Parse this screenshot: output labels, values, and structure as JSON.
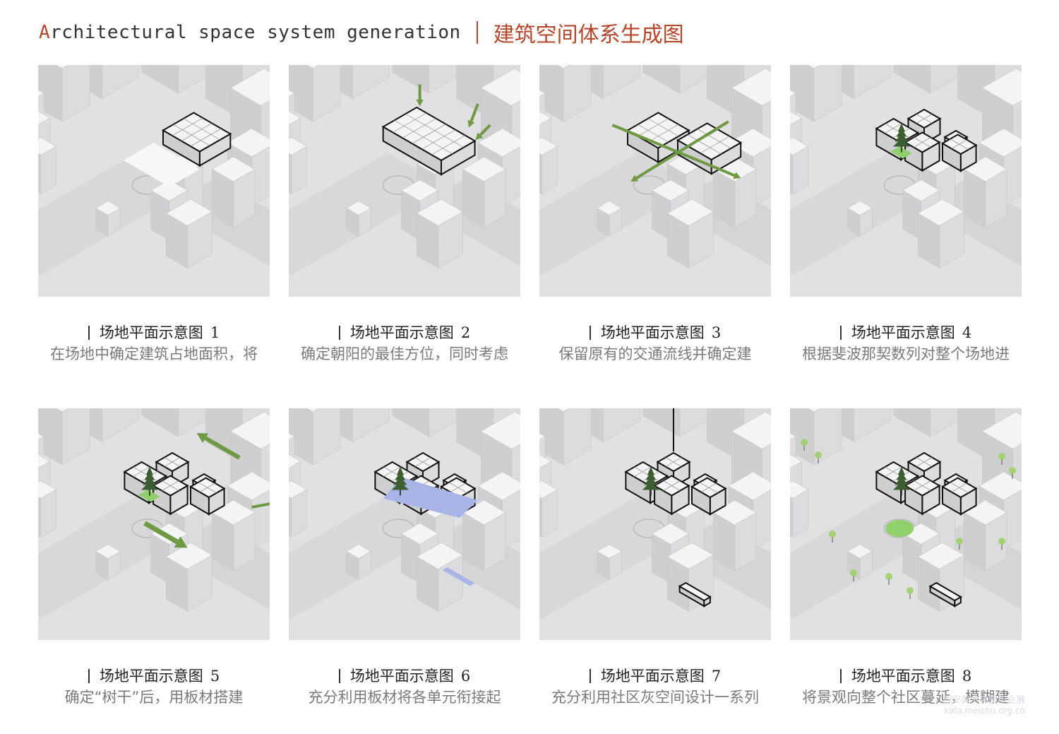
{
  "header": {
    "title_en_first": "A",
    "title_en_rest": "rchitectural space system generation",
    "title_zh": "建筑空间体系生成图"
  },
  "colors": {
    "accent": "#b5452b",
    "ground": "#e1e1e3",
    "building_top": "#f4f4f5",
    "building_left": "#cfcfd2",
    "building_right": "#dcdcde",
    "arrow_green": "#6f9a43",
    "grass": "#8fd06a",
    "plate_blue": "#a9b4e6"
  },
  "panels": [
    {
      "caption_title": "场地平面示意图",
      "num": "1",
      "desc": "在场地中确定建筑占地面积，将",
      "feature": "site-footprint"
    },
    {
      "caption_title": "场地平面示意图",
      "num": "2",
      "desc": "确定朝阳的最佳方位，同时考虑",
      "feature": "orientation"
    },
    {
      "caption_title": "场地平面示意图",
      "num": "3",
      "desc": "保留原有的交通流线并确定建",
      "feature": "traffic-split"
    },
    {
      "caption_title": "场地平面示意图",
      "num": "4",
      "desc": "根据斐波那契数列对整个场地进",
      "feature": "fibonacci-blocks"
    },
    {
      "caption_title": "场地平面示意图",
      "num": "5",
      "desc": "确定“树干”后，用板材搭建",
      "feature": "tree-trunk"
    },
    {
      "caption_title": "场地平面示意图",
      "num": "6",
      "desc": "充分利用板材将各单元衔接起",
      "feature": "connect-plates"
    },
    {
      "caption_title": "场地平面示意图",
      "num": "7",
      "desc": "充分利用社区灰空间设计一系列",
      "feature": "grey-space"
    },
    {
      "caption_title": "场地平面示意图",
      "num": "8",
      "desc": "将景观向整个社区蔓延，模糊建",
      "feature": "landscape"
    }
  ],
  "watermark": {
    "line1": "西安美术学院毕业展",
    "line2": "xafa.meishu.org.cn"
  }
}
